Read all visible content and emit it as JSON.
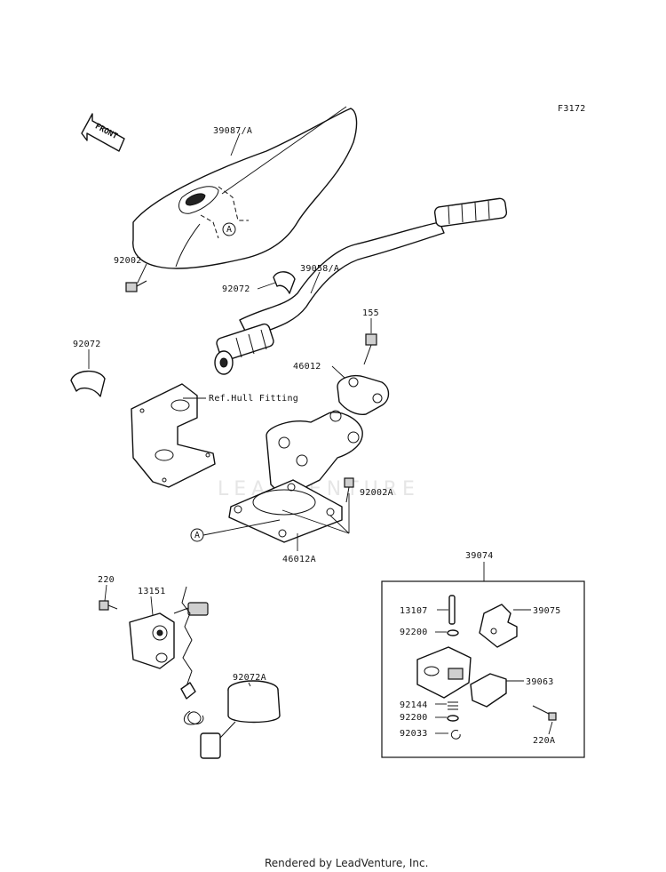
{
  "figure_id": "F3172",
  "front_arrow_label": "FRONT",
  "watermark": "LEADVENTURE",
  "footer": "Rendered by LeadVenture, Inc.",
  "reference_marker": "A",
  "parts": {
    "p39087A": "39087/A",
    "p92002": "92002",
    "p92072_top": "92072",
    "p39058A": "39058/A",
    "p155": "155",
    "p92072_left": "92072",
    "ref_hull": "Ref.Hull Fitting",
    "p46012": "46012",
    "p92002A": "92002A",
    "p46012A": "46012A",
    "p220_left": "220",
    "p13151": "13151",
    "p92072A": "92072A",
    "p39074": "39074",
    "p13107": "13107",
    "p39075": "39075",
    "p92200_a": "92200",
    "p39063": "39063",
    "p92144": "92144",
    "p92200_b": "92200",
    "p92033": "92033",
    "p220A": "220A"
  }
}
